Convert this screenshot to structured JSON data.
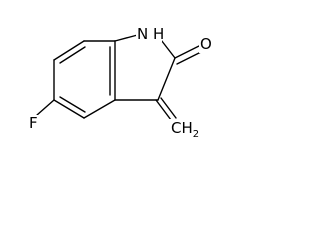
{
  "molecule": {
    "atoms": {
      "nh": "N H",
      "o": "O",
      "f": "F",
      "ch2_main": "CH",
      "ch2_sub": "2"
    },
    "colors": {
      "bond": "#000000",
      "label": "#000000",
      "background": "#ffffff"
    }
  }
}
